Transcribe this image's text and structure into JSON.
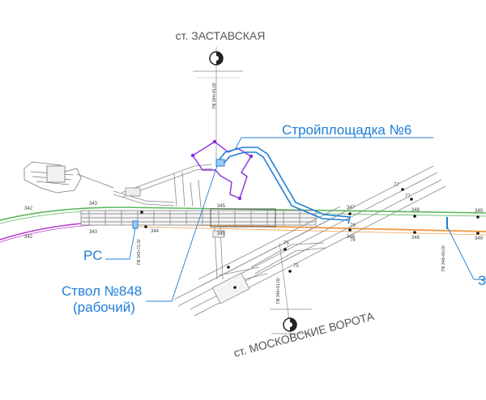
{
  "stations": {
    "zastavskaya": "ст. ЗАСТАВСКАЯ",
    "moskovskie_vorota": "ст. МОСКОВСКИЕ ВОРОТА"
  },
  "labels": {
    "construction_site": "Стройплощадка №6",
    "rs": "РС",
    "shaft_line1": "Ствол №848",
    "shaft_line2": "(рабочий)",
    "edge_fragment": "З"
  },
  "pickets": {
    "pk_344_91": "ПК 344+91,00",
    "pk_343_72": "ПК 343+72,32",
    "pk_346_51": "ПК 346+51,00",
    "pk_348_60": "ПК 348+60,00"
  },
  "km_marks": {
    "green_line": [
      "342",
      "343",
      "345",
      "347",
      "348",
      "349"
    ],
    "orange_line": [
      "342",
      "343",
      "344",
      "345",
      "346",
      "348",
      "349"
    ],
    "branch": [
      "77",
      "77",
      "76",
      "76",
      "75",
      "75"
    ]
  },
  "colors": {
    "accent_blue": "#1f7fd6",
    "site_purple": "#8a2be2",
    "line_green": "#5cb85c",
    "line_purple": "#b33fd1",
    "line_orange": "#f0a050",
    "structure_grey": "#888888"
  },
  "icons": {
    "station_symbol": "half-filled-circle-icon"
  }
}
